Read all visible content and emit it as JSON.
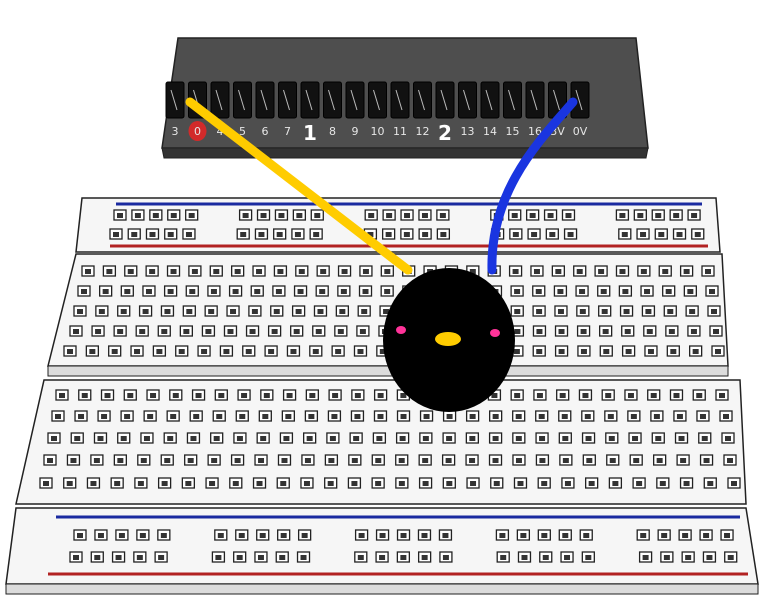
{
  "header": {
    "pin_labels": [
      "3",
      "0",
      "4",
      "5",
      "6",
      "7",
      "1",
      "8",
      "9",
      "10",
      "11",
      "12",
      "2",
      "13",
      "14",
      "15",
      "16",
      "3V",
      "0V"
    ],
    "highlighted_pin": "0",
    "big_labels": [
      "1",
      "2"
    ],
    "body_color": "#5a5a5a",
    "pin_color": "#111111",
    "highlight_color": "#d22a2a"
  },
  "wires": [
    {
      "name": "yellow-wire",
      "color": "#ffcc00",
      "from": "pin-0",
      "to": "breadboard"
    },
    {
      "name": "blue-wire",
      "color": "#1a35e0",
      "from": "pin-0V",
      "to": "breadboard"
    }
  ],
  "breadboard": {
    "rail_positive_color": "#b22222",
    "rail_negative_color": "#1a2aa0",
    "board_color": "#f4f4f4"
  },
  "component": {
    "name": "penguin-sensor",
    "body_color": "#000000",
    "cheek_color": "#ff3399",
    "beak_color": "#ffcc00"
  }
}
